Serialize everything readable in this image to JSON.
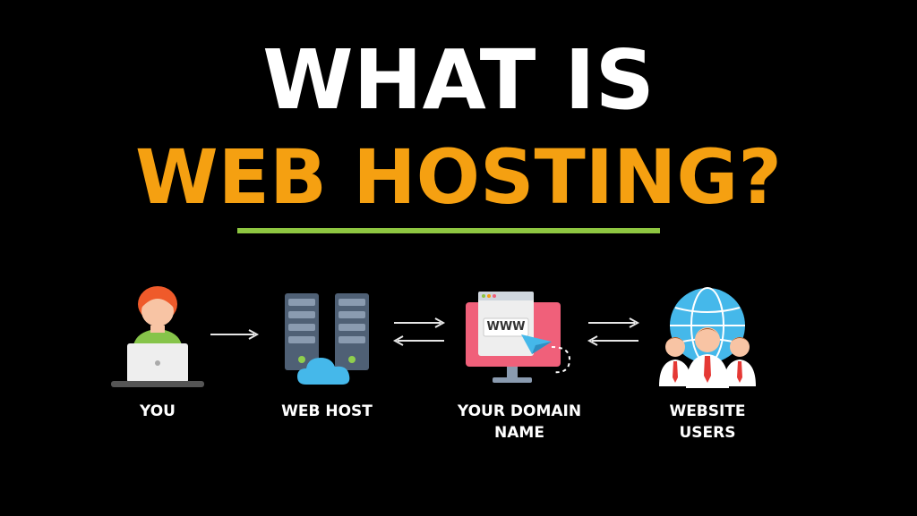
{
  "title": {
    "line1": "WHAT IS",
    "line2": "WEB HOSTING?"
  },
  "colors": {
    "background": "#000000",
    "title_primary": "#ffffff",
    "title_accent": "#f5a011",
    "underline": "#8ec641",
    "arrow": "#e6e6e6"
  },
  "nodes": [
    {
      "id": "you",
      "label": "YOU",
      "icon": "user-laptop-icon"
    },
    {
      "id": "web-host",
      "label": "WEB HOST",
      "icon": "server-cloud-icon"
    },
    {
      "id": "domain",
      "label_line1": "YOUR DOMAIN",
      "label_line2": "NAME",
      "icon": "www-monitor-icon",
      "screen_text": "WWW"
    },
    {
      "id": "users",
      "label_line1": "WEBSITE",
      "label_line2": "USERS",
      "icon": "globe-users-icon"
    }
  ],
  "connections": [
    {
      "from": "you",
      "to": "web-host",
      "direction": "forward"
    },
    {
      "from": "web-host",
      "to": "domain",
      "direction": "bidirectional"
    },
    {
      "from": "domain",
      "to": "users",
      "direction": "bidirectional"
    }
  ]
}
